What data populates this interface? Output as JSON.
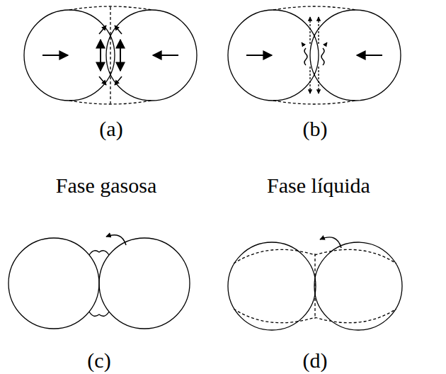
{
  "diagram": {
    "labels": [
      "(a)",
      "(b)",
      "Fase gasosa",
      "Fase líquida",
      "(c)",
      "(d)"
    ]
  }
}
